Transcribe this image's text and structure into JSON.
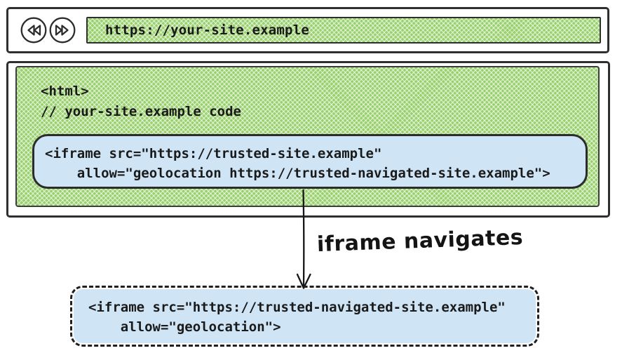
{
  "colors": {
    "hatch_green_base": "#98d06c",
    "snippet_blue": "#cfe5f6",
    "ink": "#1a1a1a",
    "border": "#2f2f2f"
  },
  "browser": {
    "toolbar": {
      "back_button_icon": "double-triangle-left",
      "forward_button_icon": "double-triangle-right",
      "url": "https://your-site.example"
    },
    "page_code": {
      "lines": [
        "<html>",
        "// your-site.example code"
      ]
    },
    "iframe_snippet": {
      "lines": [
        "<iframe src=\"https://trusted-site.example\"",
        "    allow=\"geolocation https://trusted-navigated-site.example\">"
      ]
    }
  },
  "annotation": {
    "arrow_label": "iframe navigates"
  },
  "navigated_iframe_snippet": {
    "lines": [
      "<iframe src=\"https://trusted-navigated-site.example\"",
      "    allow=\"geolocation\">"
    ]
  }
}
